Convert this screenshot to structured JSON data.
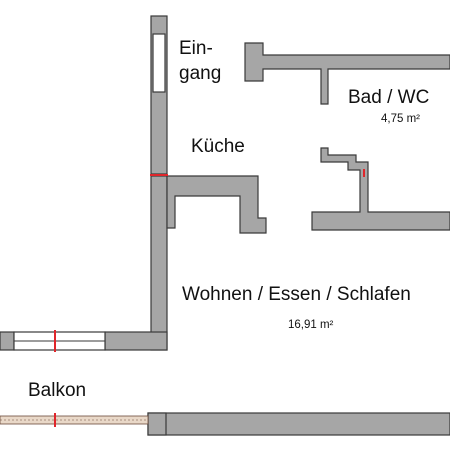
{
  "rooms": {
    "entrance_line1": "Ein-",
    "entrance_line2": "gang",
    "bath": "Bad / WC",
    "bath_area": "4,75 m²",
    "kitchen": "Küche",
    "living": "Wohnen / Essen / Schlafen",
    "living_area": "16,91 m²",
    "balcony": "Balkon"
  },
  "colors": {
    "wall_fill": "#a6a6a6",
    "wall_outline": "#3a3a3a",
    "door_mark": "#e0262b",
    "balcony_rail": "#e9d8c8"
  }
}
